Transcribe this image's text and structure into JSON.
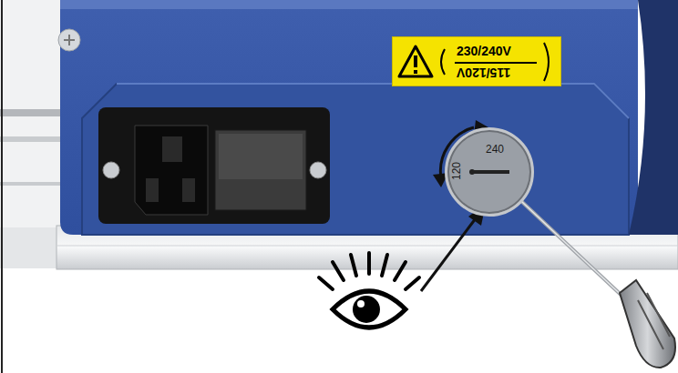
{
  "diagram": {
    "nodes": [
      {
        "text": [
          "230/240V",
          "115/120V"
        ]
      },
      {
        "text": [
          "240",
          "120"
        ]
      }
    ]
  }
}
